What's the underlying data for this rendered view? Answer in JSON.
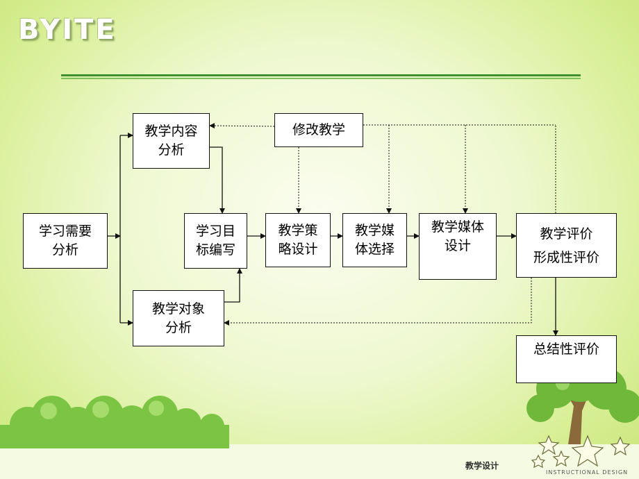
{
  "logo": "BYITE",
  "nodes": {
    "content_analysis": "教学内容\n分析",
    "revise": "修改教学",
    "needs_analysis": "学习需要\n分析",
    "objectives": "学习目\n标编写",
    "strategy": "教学策\n略设计",
    "media_selection": "教学媒\n体选择",
    "media_design": "教学媒体\n设计",
    "evaluation": "教学评价\n形成性评价",
    "learner_analysis": "教学对象\n分析",
    "summative": "总结性评价"
  },
  "footer": {
    "title": "教学设计",
    "subtitle": "INSTRUCTIONAL DESIGN"
  },
  "colors": {
    "background_light": "#fbfdf0",
    "background_green": "#c9e67a",
    "rule": "#3e8f2e",
    "tree_foliage": "#6fb83a"
  }
}
